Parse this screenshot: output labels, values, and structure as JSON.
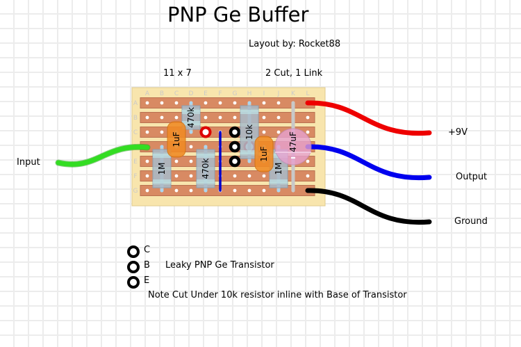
{
  "title": "PNP Ge Buffer",
  "author": "Layout by: Rocket88",
  "board_size": "11 x 7",
  "cuts_links": "2 Cut, 1 Link",
  "board": {
    "columns": [
      "A",
      "B",
      "C",
      "D",
      "E",
      "F",
      "G",
      "H",
      "I",
      "J",
      "K",
      "L"
    ],
    "rows": [
      "A",
      "B",
      "C",
      "D",
      "E",
      "F",
      "G"
    ],
    "colors": {
      "board": "#f8e5ad",
      "strip": "#d88a63",
      "cut": "#dd0000",
      "link": "#0000cc",
      "resistor": "#a9bccb",
      "film_cap": "#f08a24",
      "electrolytic": "#e7a1cf"
    }
  },
  "components": [
    {
      "type": "resistor",
      "label": "470k",
      "col": "D",
      "from": "A",
      "to": "C"
    },
    {
      "type": "resistor",
      "label": "1M",
      "col": "B",
      "from": "D",
      "to": "G"
    },
    {
      "type": "resistor",
      "label": "470k",
      "col": "E",
      "from": "D",
      "to": "G"
    },
    {
      "type": "resistor",
      "label": "10k",
      "col": "H",
      "from": "A",
      "to": "E"
    },
    {
      "type": "resistor",
      "label": "1M",
      "col": "J",
      "from": "D",
      "to": "G"
    },
    {
      "type": "film_cap",
      "label": "1uF",
      "col": "C",
      "from": "C",
      "to": "D"
    },
    {
      "type": "film_cap",
      "label": "1uF",
      "col": "I",
      "from": "D",
      "to": "E"
    },
    {
      "type": "electrolytic",
      "label": "47uF",
      "col": "K",
      "from": "A",
      "to": "G"
    }
  ],
  "cuts": [
    {
      "col": "E",
      "row": "C"
    },
    {
      "col": "H",
      "row": "D"
    }
  ],
  "links": [
    {
      "col": "F",
      "from": "C",
      "to": "G"
    }
  ],
  "transistor_pins": [
    {
      "col": "G",
      "row": "C",
      "pin": "C"
    },
    {
      "col": "G",
      "row": "D",
      "pin": "B"
    },
    {
      "col": "G",
      "row": "E",
      "pin": "E"
    }
  ],
  "wires": [
    {
      "name": "input",
      "label": "Input",
      "color": "#33dd22",
      "row": "D"
    },
    {
      "name": "power",
      "label": "+9V",
      "color": "#ee0000",
      "row": "A"
    },
    {
      "name": "output",
      "label": "Output",
      "color": "#0000ee",
      "row": "D"
    },
    {
      "name": "ground",
      "label": "Ground",
      "color": "#000000",
      "row": "G"
    }
  ],
  "legend": {
    "pins": [
      "C",
      "B",
      "E"
    ],
    "transistor": "Leaky PNP Ge Transistor",
    "note": "Note Cut Under 10k resistor inline with Base of Transistor"
  }
}
